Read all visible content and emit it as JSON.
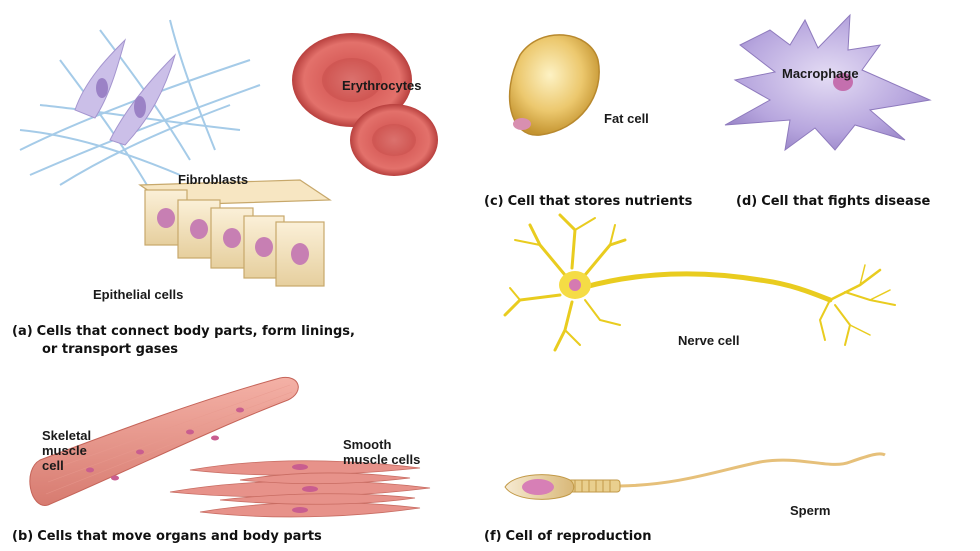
{
  "labels": {
    "fibroblasts": "Fibroblasts",
    "erythrocytes": "Erythrocytes",
    "epithelial": "Epithelial cells",
    "fat": "Fat cell",
    "macrophage": "Macrophage",
    "nerve": "Nerve cell",
    "skeletal": [
      "Skeletal",
      "muscle",
      "cell"
    ],
    "smooth": [
      "Smooth",
      "muscle cells"
    ],
    "sperm": "Sperm"
  },
  "captions": {
    "a": {
      "tag": "(a)",
      "lines": [
        "Cells that connect body parts, form linings,",
        "or transport gases"
      ]
    },
    "b": {
      "tag": "(b)",
      "text": "Cells that move organs and body parts"
    },
    "c": {
      "tag": "(c)",
      "text": "Cell that stores nutrients"
    },
    "d": {
      "tag": "(d)",
      "text": "Cell that fights disease"
    },
    "f": {
      "tag": "(f)",
      "text": "Cell of reproduction"
    }
  }
}
